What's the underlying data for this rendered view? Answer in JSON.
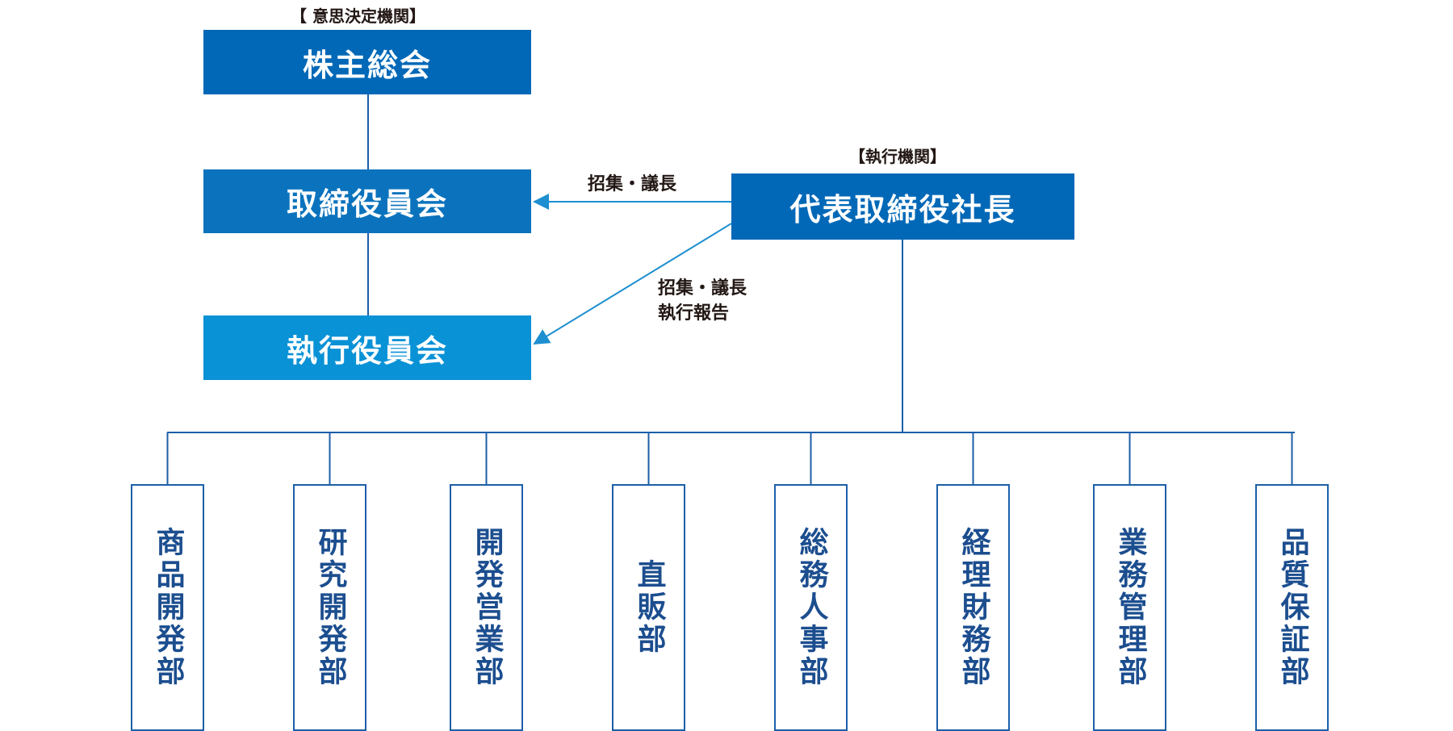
{
  "decision_label": "【 意思決定機関】",
  "execution_label": "【執行機関】",
  "nodes": {
    "shareholders": "株主総会",
    "board": "取締役員会",
    "executive_committee": "執行役員会",
    "president": "代表取締役社長"
  },
  "edges": {
    "to_board": "招集・議長",
    "to_executive_line1": "招集・議長",
    "to_executive_line2": "執行報告"
  },
  "departments": [
    "商品開発部",
    "研究開発部",
    "開発営業部",
    "直販部",
    "総務人事部",
    "経理財務部",
    "業務管理部",
    "品質保証部"
  ],
  "colors": {
    "box_dark": "#0068b7",
    "box_light": "#0a92d6",
    "line": "#1c5fa8",
    "arrow": "#1e8fd0",
    "dept_text": "#1c4e8f"
  }
}
